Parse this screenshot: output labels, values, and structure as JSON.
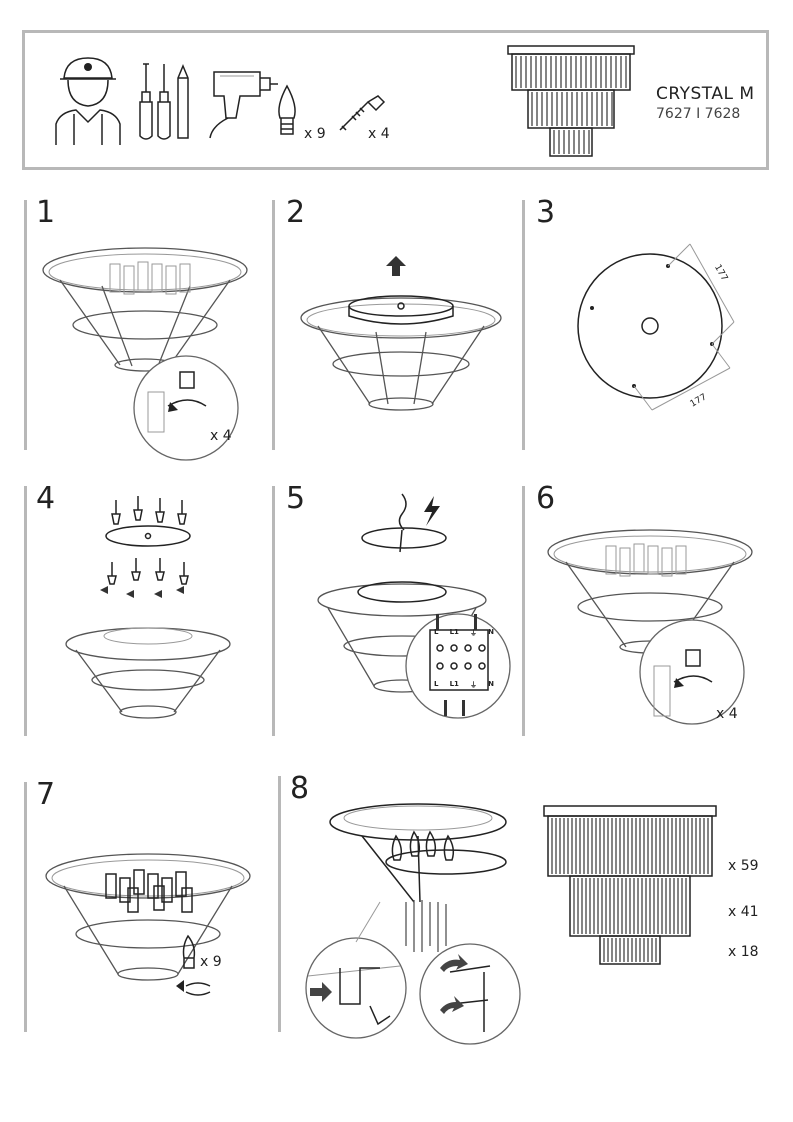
{
  "header": {
    "product_name": "CRYSTAL M",
    "product_codes": "7627 I 7628",
    "tools": [
      {
        "icon": "worker-helmet-icon"
      },
      {
        "icon": "screwdrivers-icon"
      },
      {
        "icon": "pencil-icon"
      },
      {
        "icon": "power-drill-icon"
      },
      {
        "icon": "light-bulb-icon",
        "qty": "x 9"
      },
      {
        "icon": "wall-plug-screw-icon",
        "qty": "x 4"
      }
    ]
  },
  "steps": [
    {
      "number": "1",
      "qty": "x 4"
    },
    {
      "number": "2"
    },
    {
      "number": "3",
      "dim_a": "177",
      "dim_b": "177"
    },
    {
      "number": "4"
    },
    {
      "number": "5",
      "terminal_top": [
        "L",
        "L1",
        "⏚",
        "N"
      ],
      "terminal_bottom": [
        "L",
        "L1",
        "⏚",
        "N"
      ]
    },
    {
      "number": "6",
      "qty": "x 4"
    },
    {
      "number": "7",
      "qty": "x 9"
    },
    {
      "number": "8",
      "crystals": [
        "x 59",
        "x 41",
        "x 18"
      ]
    }
  ]
}
